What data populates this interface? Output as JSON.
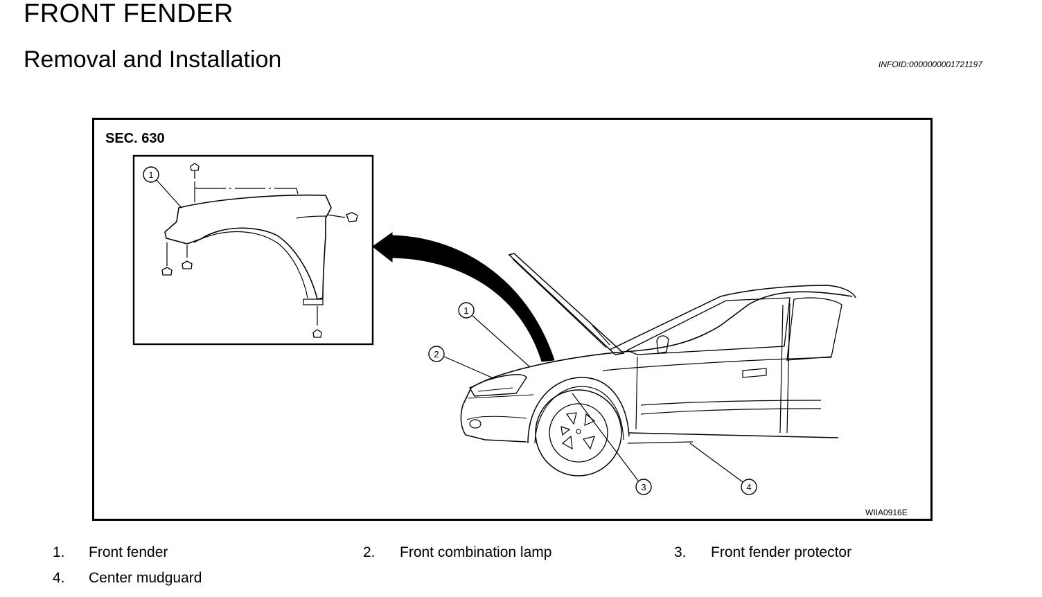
{
  "header": {
    "title": "FRONT FENDER",
    "subtitle": "Removal and Installation",
    "info_id": "INFOID:0000000001721197"
  },
  "figure": {
    "section_label": "SEC. 630",
    "figure_code": "WIIA0916E",
    "callouts": {
      "inset_1": "1",
      "car_1": "1",
      "car_2": "2",
      "car_3": "3",
      "car_4": "4"
    }
  },
  "legend": [
    {
      "num": "1.",
      "label": "Front fender"
    },
    {
      "num": "2.",
      "label": "Front combination lamp"
    },
    {
      "num": "3.",
      "label": "Front fender protector"
    },
    {
      "num": "4.",
      "label": "Center mudguard"
    }
  ]
}
